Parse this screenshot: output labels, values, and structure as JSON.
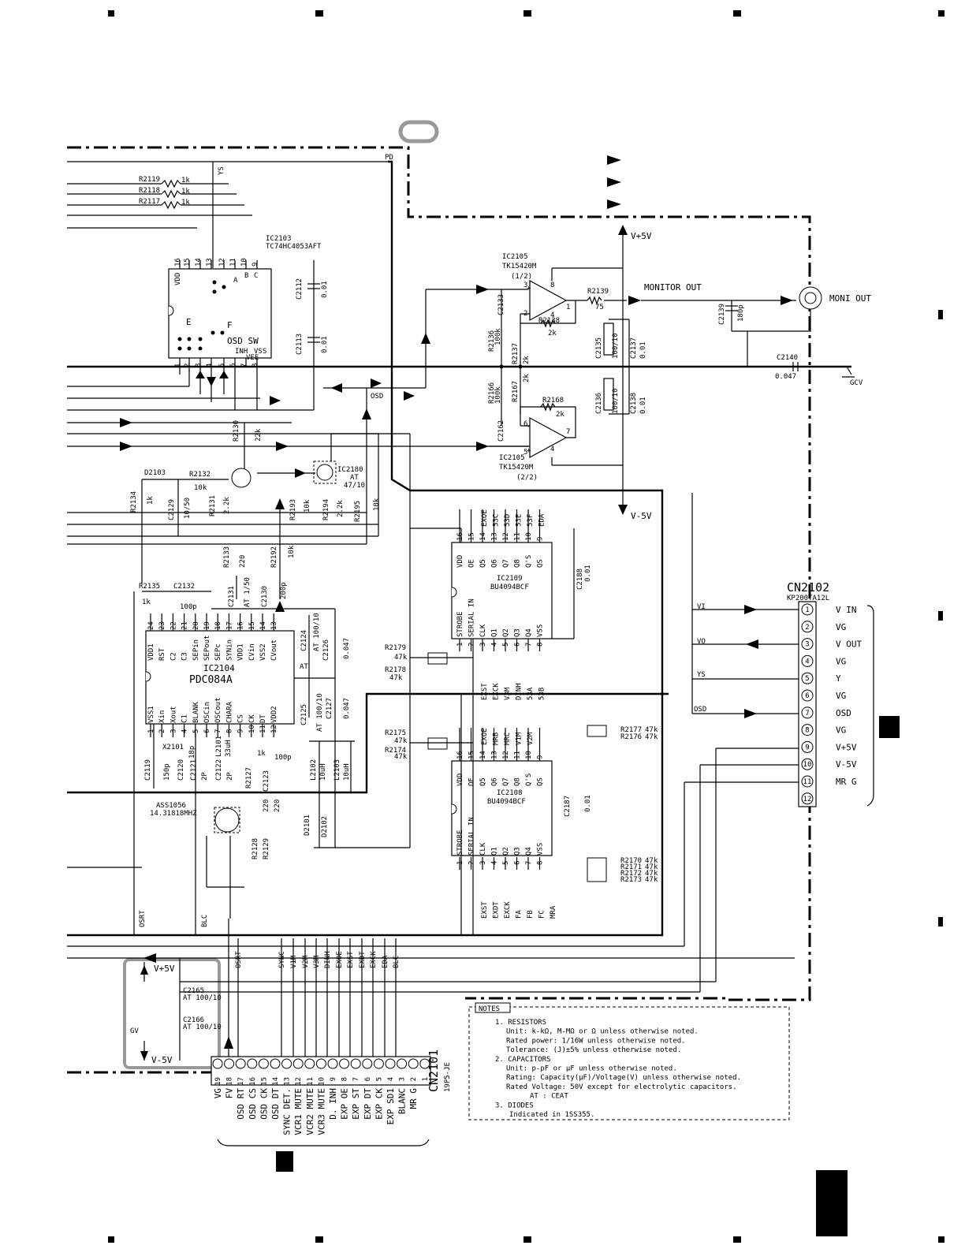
{
  "diagram": {
    "nets_top": [
      "PD",
      "YS",
      "OSD"
    ],
    "resistors_top": [
      {
        "ref": "R2119",
        "value": "1k"
      },
      {
        "ref": "R2118",
        "value": "1k"
      },
      {
        "ref": "R2117",
        "value": "1k"
      }
    ],
    "ic2103": {
      "ref": "IC2103",
      "part": "TC74HC4053AFT",
      "label": "OSD SW",
      "pins_top": [
        "16",
        "15",
        "14",
        "13",
        "12",
        "11",
        "10",
        "9"
      ],
      "pins_bottom": [
        "1",
        "2",
        "3",
        "4",
        "5",
        "6",
        "7",
        "8"
      ],
      "pin_names_top": [
        "VDD",
        "A",
        "B",
        "C"
      ],
      "pin_names_bottom": [
        "INH",
        "VEE",
        "VSS"
      ],
      "sec_e": "E",
      "sec_f": "F"
    },
    "c2112": {
      "ref": "C2112",
      "value": "0.01"
    },
    "c2113": {
      "ref": "C2113",
      "value": "0.01"
    },
    "ic2105a": {
      "ref": "IC2105",
      "part": "TK15420M",
      "half": "(1/2)"
    },
    "ic2105b": {
      "ref": "IC2105",
      "part": "TK15420M",
      "half": "(2/2)"
    },
    "opamp_pins": {
      "p8": "8",
      "p3": "3",
      "p2": "2",
      "p1": "1",
      "p4": "4",
      "p5": "5",
      "p6": "6",
      "p7": "7"
    },
    "r2139": {
      "ref": "R2139",
      "value": "75"
    },
    "r2138": {
      "ref": "R2138",
      "value": "2k"
    },
    "r2168": {
      "ref": "R2168",
      "value": "2k"
    },
    "r2136": {
      "ref": "R2136",
      "value": "100k"
    },
    "r2137": {
      "ref": "R2137",
      "value": "2k"
    },
    "r2166": {
      "ref": "R2166",
      "value": "100k"
    },
    "r2167": {
      "ref": "R2167",
      "value": "2k"
    },
    "c2133": {
      "ref": "C2133"
    },
    "c2162": {
      "ref": "C2162"
    },
    "c2135": {
      "ref": "C2135",
      "value": "100/10"
    },
    "c2137": {
      "ref": "C2137",
      "value": "0.01"
    },
    "c2136": {
      "ref": "C2136",
      "value": "100/10"
    },
    "c2138": {
      "ref": "C2138",
      "value": "0.01"
    },
    "c2139": {
      "ref": "C2139",
      "value": "180p"
    },
    "c2140": {
      "ref": "C2140",
      "value": "0.047"
    },
    "supply": {
      "vpos": "V+5V",
      "vneg": "V-5V",
      "gcv": "GCV",
      "gv": "GV"
    },
    "monitor_out": "MONITOR OUT",
    "moni_out": "MONI OUT",
    "r2130": {
      "ref": "R2130",
      "value": "22k"
    },
    "d2103": {
      "ref": "D2103"
    },
    "r2132": {
      "ref": "R2132",
      "value": "10k"
    },
    "r2134": {
      "ref": "R2134",
      "value": "1k"
    },
    "c2129": {
      "ref": "C2129",
      "value": "10/50"
    },
    "r2131": {
      "ref": "R2131",
      "value": "2.2k"
    },
    "ic2180": {
      "ref": "IC2180",
      "part": "AT",
      "value": "47/10"
    },
    "r2193": {
      "ref": "R2193",
      "value": "10k"
    },
    "r2194": {
      "ref": "R2194",
      "value": "2.2k"
    },
    "r2195": {
      "ref": "R2195",
      "value": "10k"
    },
    "r2133": {
      "ref": "R2133",
      "value": "220"
    },
    "r2192": {
      "ref": "R2192",
      "value": "10k"
    },
    "r2135": {
      "ref": "R2135",
      "value": "1k"
    },
    "c2132": {
      "ref": "C2132",
      "value": "100p"
    },
    "c2131": {
      "ref": "C2131",
      "value": "AT 1/50"
    },
    "c2130": {
      "ref": "C2130",
      "value": "200p"
    },
    "c2124": {
      "ref": "C2124",
      "value": "AT 100/10"
    },
    "c2126": {
      "ref": "C2126",
      "value": "0.047"
    },
    "c2125": {
      "ref": "C2125",
      "value": "AT 100/10"
    },
    "c2127": {
      "ref": "C2127",
      "value": "0.047"
    },
    "ic2104": {
      "ref": "IC2104",
      "part": "PDC084A",
      "pins_top": [
        "24",
        "23",
        "22",
        "21",
        "20",
        "19",
        "18",
        "17",
        "16",
        "15",
        "14",
        "13"
      ],
      "names_top": [
        "VDD1",
        "RST",
        "C2",
        "C3",
        "SEPin",
        "SEPout",
        "SEPc",
        "SYNin",
        "VDD1",
        "CVin",
        "VSS2",
        "CVout"
      ],
      "pins_bottom": [
        "1",
        "2",
        "3",
        "4",
        "5",
        "6",
        "7",
        "8",
        "9",
        "10",
        "11",
        "12"
      ],
      "names_bottom": [
        "VSS1",
        "Xin",
        "Xout",
        "C1",
        "BLANK",
        "OSCin",
        "OSCout",
        "CHARA",
        "CS",
        "CK",
        "DT",
        "VDD2"
      ]
    },
    "x2101": {
      "ref": "X2101",
      "part": "ASS1056",
      "freq": "14.31818MHZ"
    },
    "c2119": {
      "ref": "C2119",
      "value": "150p"
    },
    "c2120": {
      "ref": "C2120",
      "value": "18p"
    },
    "c2121": {
      "ref": "C2121",
      "value": "2P"
    },
    "l2101": {
      "ref": "L2101",
      "value": "33uH"
    },
    "c2122": {
      "ref": "C2122",
      "value": "2P"
    },
    "r2127": {
      "ref": "R2127",
      "value": "1k"
    },
    "c2123": {
      "ref": "C2123",
      "value": "100p"
    },
    "l2102": {
      "ref": "L2102",
      "value": "10uH"
    },
    "l2103": {
      "ref": "L2103",
      "value": "10uH"
    },
    "d2101": {
      "ref": "D2101"
    },
    "d2102": {
      "ref": "D2102"
    },
    "r2128": {
      "ref": "R2128",
      "value": "220"
    },
    "r2129": {
      "ref": "R2129",
      "value": "220"
    },
    "ic2109": {
      "ref": "IC2109",
      "part": "BU4094BCF",
      "top_pins": [
        "16",
        "15",
        "14",
        "13",
        "12",
        "11",
        "10",
        "9"
      ],
      "top_names": [
        "VDD",
        "OE",
        "Q5",
        "Q6",
        "Q7",
        "Q8",
        "Q'S",
        "QS"
      ],
      "bot_pins": [
        "1",
        "2",
        "3",
        "4",
        "5",
        "6",
        "7",
        "8"
      ],
      "bot_names": [
        "STROBE",
        "SERIAL IN",
        "CLK",
        "Q1",
        "Q2",
        "Q3",
        "Q4",
        "VSS"
      ],
      "top_nets": [
        "EXOE",
        "53C",
        "53D",
        "53E",
        "53F",
        "EDA"
      ],
      "bot_nets": [
        "EXST",
        "EXCK",
        "V3M",
        "DINH",
        "53A",
        "53B"
      ]
    },
    "ic2108": {
      "ref": "IC2108",
      "part": "BU4094BCF",
      "top_pins": [
        "16",
        "15",
        "14",
        "13",
        "12",
        "11",
        "10",
        "9"
      ],
      "top_names": [
        "VDD",
        "OE",
        "Q5",
        "Q6",
        "Q7",
        "Q8",
        "Q'S",
        "QS"
      ],
      "bot_pins": [
        "1",
        "2",
        "3",
        "4",
        "5",
        "6",
        "7",
        "8"
      ],
      "bot_names": [
        "STROBE",
        "SERIAL IN",
        "CLK",
        "Q1",
        "Q2",
        "Q3",
        "Q4",
        "VSS"
      ],
      "top_nets": [
        "EXOE",
        "MRB",
        "MRC",
        "V1M",
        "V2M"
      ],
      "bot_nets": [
        "EXST",
        "EXDT",
        "EXCK",
        "FA",
        "FB",
        "FC",
        "MRA"
      ]
    },
    "c2188": {
      "ref": "C2188",
      "value": "0.01"
    },
    "c2187": {
      "ref": "C2187",
      "value": "0.01"
    },
    "r_left_mid": [
      {
        "ref": "R2179",
        "value": "47k"
      },
      {
        "ref": "R2178",
        "value": "47k"
      },
      {
        "ref": "R2175",
        "value": "47k"
      },
      {
        "ref": "R2174",
        "value": "47k"
      }
    ],
    "r_right_mid": [
      {
        "ref": "R2177",
        "value": "47k"
      },
      {
        "ref": "R2176",
        "value": "47k"
      }
    ],
    "r_right_bot": [
      {
        "ref": "R2170",
        "value": "47k"
      },
      {
        "ref": "R2171",
        "value": "47k"
      },
      {
        "ref": "R2172",
        "value": "47k"
      },
      {
        "ref": "R2173",
        "value": "47k"
      }
    ],
    "cn2102": {
      "ref": "CN2102",
      "part": "KP200TA12L",
      "pins": [
        {
          "n": "1",
          "name": "V IN"
        },
        {
          "n": "2",
          "name": "VG"
        },
        {
          "n": "3",
          "name": "V OUT"
        },
        {
          "n": "4",
          "name": "VG"
        },
        {
          "n": "5",
          "name": "Y"
        },
        {
          "n": "6",
          "name": "VG"
        },
        {
          "n": "7",
          "name": "OSD"
        },
        {
          "n": "8",
          "name": "VG"
        },
        {
          "n": "9",
          "name": "V+5V"
        },
        {
          "n": "10",
          "name": "V-5V"
        },
        {
          "n": "11",
          "name": "MR G"
        },
        {
          "n": "12",
          "name": ""
        }
      ],
      "nets": [
        "VI",
        "VO",
        "YS",
        "OSD"
      ]
    },
    "bottom_nets_left": [
      "OSRT",
      "BLC"
    ],
    "bottom_bus": [
      "OSRT",
      "SYNC",
      "V1M",
      "V2M",
      "V3M",
      "DINH",
      "EXOE",
      "EXST",
      "EXDT",
      "EXCK",
      "EDA",
      "BLC"
    ],
    "c2165": {
      "ref": "C2165",
      "value": "AT 100/10"
    },
    "c2166": {
      "ref": "C2166",
      "value": "AT 100/10"
    },
    "cn2101": {
      "ref": "CN2101",
      "part": "19P5-JE",
      "pins": [
        {
          "n": "19",
          "name": "VG"
        },
        {
          "n": "18",
          "name": "FV"
        },
        {
          "n": "17",
          "name": "OSD RT"
        },
        {
          "n": "16",
          "name": "OSD CS"
        },
        {
          "n": "15",
          "name": "OSD CK"
        },
        {
          "n": "14",
          "name": "OSD DT"
        },
        {
          "n": "13",
          "name": "SYNC DET."
        },
        {
          "n": "12",
          "name": "VCR1 MUTE"
        },
        {
          "n": "11",
          "name": "VCR2 MUTE"
        },
        {
          "n": "10",
          "name": "VCR3 MUTE"
        },
        {
          "n": "9",
          "name": "D. INH"
        },
        {
          "n": "8",
          "name": "EXP OE"
        },
        {
          "n": "7",
          "name": "EXP ST"
        },
        {
          "n": "6",
          "name": "EXP DT"
        },
        {
          "n": "5",
          "name": "EXP CK"
        },
        {
          "n": "4",
          "name": "EXP SD1"
        },
        {
          "n": "3",
          "name": "BLANC"
        },
        {
          "n": "2",
          "name": "MR G"
        },
        {
          "n": "1",
          "name": ""
        }
      ]
    },
    "notes": {
      "title": "NOTES",
      "lines": [
        "1. RESISTORS",
        "Unit: k-kΩ, M-MΩ or Ω unless otherwise noted.",
        "Rated power: 1/16W unless otherwise noted.",
        "Tolerance: (J)±5% unless otherwise noted.",
        "2. CAPACITORS",
        "Unit: p-pF or μF unless otherwise noted.",
        "Rating: Capacity(μF)/Voltage(V) unless otherwise noted.",
        "Rated Voltage: 50V except for electrolytic capacitors.",
        "AT : CEAT",
        "3. DIODES",
        "Indicated in 1SS355."
      ]
    }
  }
}
